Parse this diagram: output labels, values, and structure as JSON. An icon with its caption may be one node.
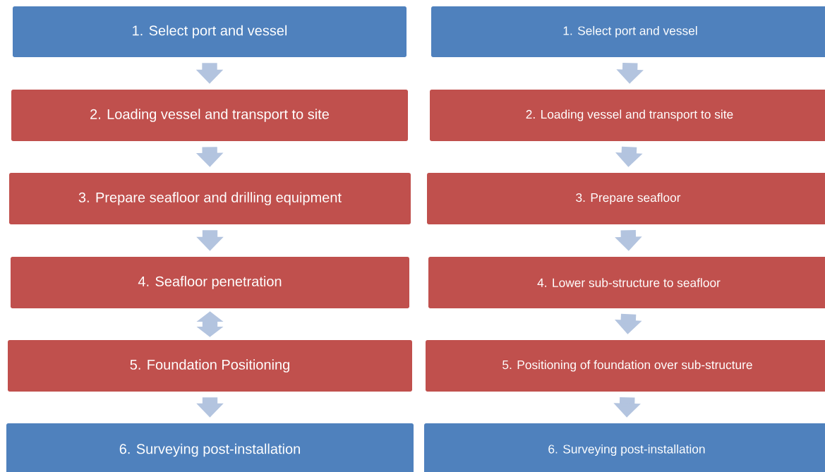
{
  "diagram": {
    "nodes": [
      {
        "text": [
          "1. Select port and vessel"
        ]
      },
      {
        "text": [
          "2. Loading vessel and transport to site"
        ]
      },
      {
        "text": [
          "3. Prepare seafloor and drilling equipment"
        ]
      },
      {
        "text": [
          "4. Seafloor penetration"
        ]
      },
      {
        "text": [
          "5. Foundation Positioning"
        ]
      },
      {
        "text": [
          "6. Surveying post-installation"
        ]
      },
      {
        "text": [
          "1. Select port and vessel"
        ]
      },
      {
        "text": [
          "2. Loading vessel and transport to site"
        ]
      },
      {
        "text": [
          "3. Prepare seafloor"
        ]
      },
      {
        "text": [
          "4. Lower sub-structure to seafloor"
        ]
      },
      {
        "text": [
          "5. Positioning of foundation over sub-structure"
        ]
      },
      {
        "text": [
          "6. Surveying post-installation"
        ]
      }
    ],
    "edges": [
      {
        "from": 0,
        "to": 1,
        "arrow": "to"
      },
      {
        "from": 1,
        "to": 2,
        "arrow": "to"
      },
      {
        "from": 2,
        "to": 3,
        "arrow": "to"
      },
      {
        "from": 3,
        "to": 4,
        "arrow": "both"
      },
      {
        "from": 4,
        "to": 5,
        "arrow": "to"
      },
      {
        "from": 6,
        "to": 7,
        "arrow": "to"
      },
      {
        "from": 7,
        "to": 8,
        "arrow": "to"
      },
      {
        "from": 8,
        "to": 9,
        "arrow": "to"
      },
      {
        "from": 9,
        "to": 10,
        "arrow": "to"
      },
      {
        "from": 10,
        "to": 11,
        "arrow": "to"
      }
    ]
  }
}
